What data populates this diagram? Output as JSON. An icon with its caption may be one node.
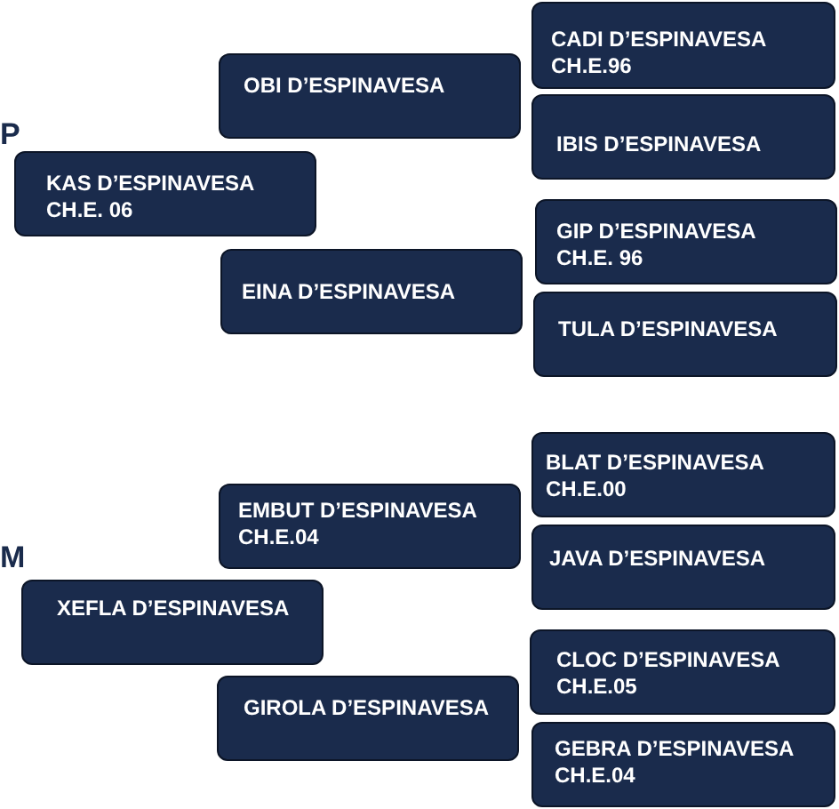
{
  "diagram": {
    "nodes": [
      {
        "text": [
          "CADI D’ESPINAVESA",
          "CH.E.96"
        ]
      },
      {
        "text": [
          "OBI D’ESPINAVESA"
        ]
      },
      {
        "text": [
          "IBIS D’ESPINAVESA"
        ]
      },
      {
        "text": [
          "KAS D’ESPINAVESA",
          "CH.E. 06"
        ],
        "beside": [
          "P"
        ]
      },
      {
        "text": [
          "GIP D’ESPINAVESA",
          "CH.E. 96"
        ]
      },
      {
        "text": [
          "EINA D’ESPINAVESA"
        ]
      },
      {
        "text": [
          "TULA D’ESPINAVESA"
        ]
      },
      {
        "text": [
          "BLAT D’ESPINAVESA",
          "CH.E.00"
        ]
      },
      {
        "text": [
          "EMBUT D’ESPINAVESA",
          "CH.E.04"
        ]
      },
      {
        "text": [
          "JAVA D’ESPINAVESA"
        ]
      },
      {
        "text": [
          "XEFLA D’ESPINAVESA"
        ],
        "beside": [
          "M"
        ]
      },
      {
        "text": [
          "CLOC D’ESPINAVESA",
          "CH.E.05"
        ]
      },
      {
        "text": [
          "GIROLA D’ESPINAVESA"
        ]
      },
      {
        "text": [
          "GEBRA D’ESPINAVESA",
          "CH.E.04"
        ]
      }
    ]
  }
}
